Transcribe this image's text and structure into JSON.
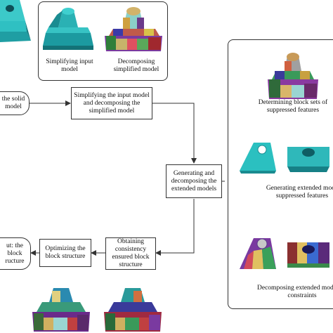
{
  "process_boxes": {
    "simplify": "Simplifying the input model and decomposing the simplified model",
    "generate": "Generating and decomposing the extended models",
    "consistency": "Obtaining consistency ensured block structure",
    "optimize": "Optimizing the block structure"
  },
  "terminals": {
    "input": "the solid model",
    "output": "ut: the block ructure"
  },
  "top_panel": {
    "caption_simplifying": "Simplifying input model",
    "caption_decomposing": "Decomposing simplified model"
  },
  "right_panel": {
    "caption_blocksets": "Determining block sets of suppressed features",
    "caption_extended": "Generating extended moda suppressed features",
    "caption_decompose_ext": "Decomposing extended mod with constraints"
  },
  "colors": {
    "teal": "#2bb5b5",
    "teal_dark": "#1b8a8e",
    "arrow": "#333333"
  }
}
